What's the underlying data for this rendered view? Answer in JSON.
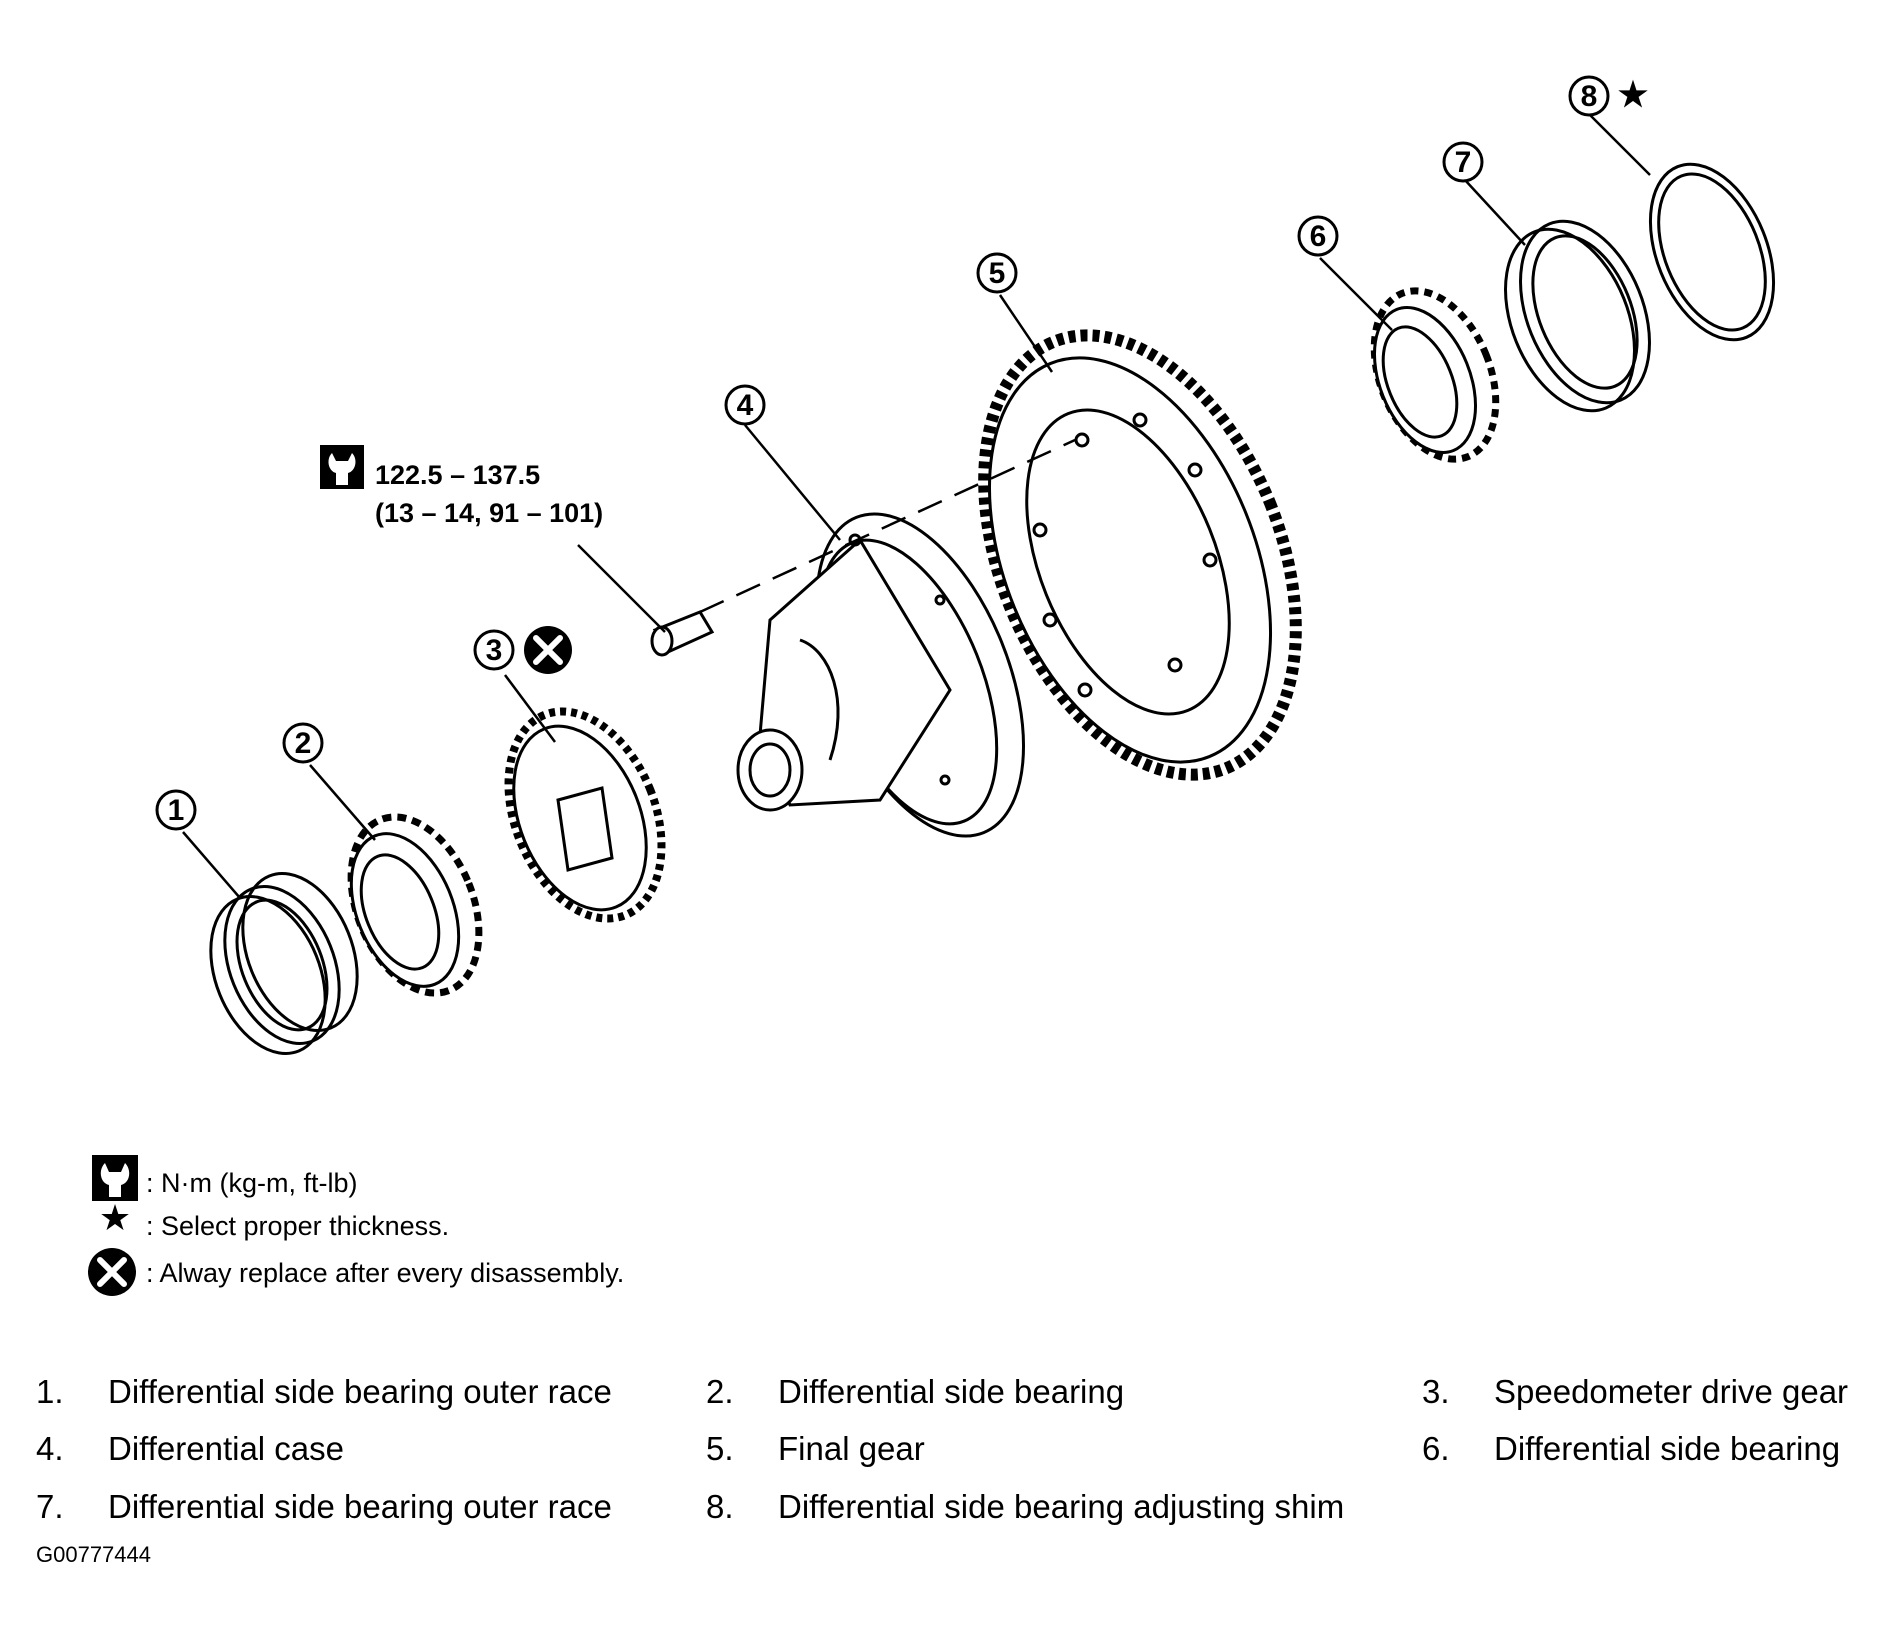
{
  "callouts": [
    "1",
    "2",
    "3",
    "4",
    "5",
    "6",
    "7",
    "8"
  ],
  "symbols": {
    "star": "★",
    "star_icon": "star-icon",
    "wrench_icon": "torque-wrench-icon",
    "replace_icon": "replace-x-icon"
  },
  "torque": {
    "line1": "122.5 – 137.5",
    "line2": "(13 – 14, 91 – 101)"
  },
  "legend": {
    "torque_units": ": N·m (kg-m, ft-lb)",
    "select_thickness": ": Select proper thickness.",
    "always_replace": ": Alway replace after every disassembly."
  },
  "parts": [
    {
      "num": "1.",
      "name": "Differential side bearing outer race"
    },
    {
      "num": "2.",
      "name": "Differential side bearing"
    },
    {
      "num": "3.",
      "name": "Speedometer drive gear"
    },
    {
      "num": "4.",
      "name": "Differential case"
    },
    {
      "num": "5.",
      "name": "Final gear"
    },
    {
      "num": "6.",
      "name": "Differential side bearing"
    },
    {
      "num": "7.",
      "name": "Differential side bearing outer race"
    },
    {
      "num": "8.",
      "name": "Differential side bearing adjusting shim"
    }
  ],
  "figure_id": "G00777444"
}
